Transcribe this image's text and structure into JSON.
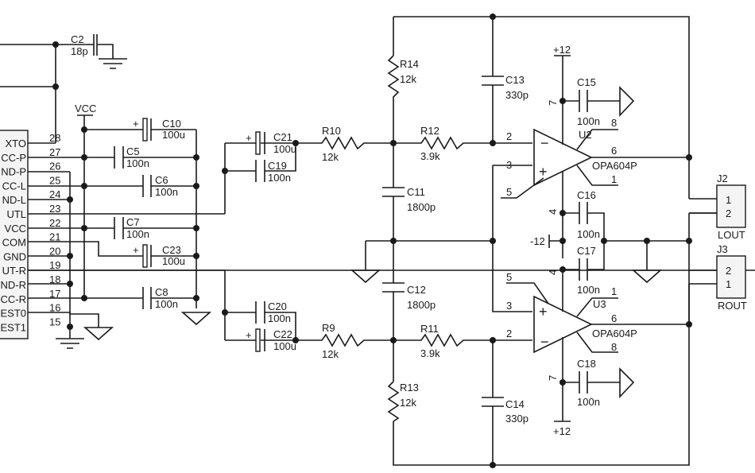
{
  "title": "DAC output stage with OPA604 filter/buffer",
  "ic_pins": [
    {
      "num": "28",
      "name": "XTO"
    },
    {
      "num": "27",
      "name": "CC-P"
    },
    {
      "num": "26",
      "name": "ND-P"
    },
    {
      "num": "25",
      "name": "CC-L"
    },
    {
      "num": "24",
      "name": "ND-L"
    },
    {
      "num": "23",
      "name": "UTL"
    },
    {
      "num": "22",
      "name": "VCC"
    },
    {
      "num": "21",
      "name": "COM"
    },
    {
      "num": "20",
      "name": "GND"
    },
    {
      "num": "19",
      "name": "UT-R"
    },
    {
      "num": "18",
      "name": "ND-R"
    },
    {
      "num": "17",
      "name": "CC-R"
    },
    {
      "num": "16",
      "name": "EST0"
    },
    {
      "num": "15",
      "name": "EST1"
    }
  ],
  "power_labels": {
    "vcc": "VCC",
    "p12": "+12",
    "n12": "-12"
  },
  "capacitors": {
    "C2": {
      "ref": "C2",
      "val": "18p"
    },
    "C10": {
      "ref": "C10",
      "val": "100u"
    },
    "C5": {
      "ref": "C5",
      "val": "100n"
    },
    "C6": {
      "ref": "C6",
      "val": "100n"
    },
    "C7": {
      "ref": "C7",
      "val": "100n"
    },
    "C23": {
      "ref": "C23",
      "val": "100u"
    },
    "C8": {
      "ref": "C8",
      "val": "100n"
    },
    "C21": {
      "ref": "C21",
      "val": "100u"
    },
    "C19": {
      "ref": "C19",
      "val": "100n"
    },
    "C20": {
      "ref": "C20",
      "val": "100n"
    },
    "C22": {
      "ref": "C22",
      "val": "100u"
    },
    "C13": {
      "ref": "C13",
      "val": "330p"
    },
    "C11": {
      "ref": "C11",
      "val": "1800p"
    },
    "C12": {
      "ref": "C12",
      "val": "1800p"
    },
    "C14": {
      "ref": "C14",
      "val": "330p"
    },
    "C15": {
      "ref": "C15",
      "val": "100n"
    },
    "C16": {
      "ref": "C16",
      "val": "100n"
    },
    "C17": {
      "ref": "C17",
      "val": "100n"
    },
    "C18": {
      "ref": "C18",
      "val": "100n"
    }
  },
  "resistors": {
    "R10": {
      "ref": "R10",
      "val": "12k"
    },
    "R9": {
      "ref": "R9",
      "val": "12k"
    },
    "R12": {
      "ref": "R12",
      "val": "3.9k"
    },
    "R11": {
      "ref": "R11",
      "val": "3.9k"
    },
    "R14": {
      "ref": "R14",
      "val": "12k"
    },
    "R13": {
      "ref": "R13",
      "val": "12k"
    }
  },
  "opamps": {
    "U2": {
      "ref": "U2",
      "part": "OPA604P",
      "pins": {
        "inv": "2",
        "noninv": "3",
        "p5": "5",
        "p7": "7",
        "p4": "4",
        "p8": "8",
        "out": "6",
        "p1": "1"
      }
    },
    "U3": {
      "ref": "U3",
      "part": "OPA604P",
      "pins": {
        "inv": "2",
        "noninv": "3",
        "p5": "5",
        "p7": "7",
        "p4": "4",
        "p8": "8",
        "out": "6",
        "p1": "1"
      }
    }
  },
  "connectors": {
    "J2": {
      "ref": "J2",
      "name": "LOUT",
      "pins": [
        "1",
        "2"
      ]
    },
    "J3": {
      "ref": "J3",
      "name": "ROUT",
      "pins": [
        "2",
        "1"
      ]
    }
  },
  "signs": {
    "plus": "+",
    "minus": "−"
  }
}
